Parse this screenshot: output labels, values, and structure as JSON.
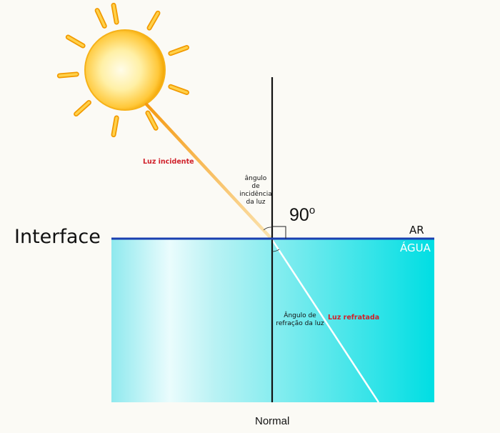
{
  "labels": {
    "interface": "Interface",
    "air": "AR",
    "water": "ÁGUA",
    "normal": "Normal",
    "incident_light": "Luz incidente",
    "refracted_light": "Luz refratada",
    "incidence_angle_lines": [
      "ângulo",
      "de",
      "incidência",
      "da luz"
    ],
    "refraction_angle_lines": [
      "Ângulo de",
      "refração da luz"
    ],
    "right_angle_value": "90",
    "right_angle_unit": "o"
  },
  "colors": {
    "background": "#fbfaf5",
    "interface_line": "#1a3fb0",
    "water_light": "#eafcfd",
    "water_dark": "#00dee3",
    "sun_rays": "#f2a000",
    "sun_core": "#fff3b0",
    "sun_edge": "#f7b21a",
    "incident_beam": "#f5a623",
    "refracted_beam": "#ffffff",
    "label_red": "#d0202a",
    "normal_line": "#111111"
  },
  "icons": [
    "sun-icon"
  ]
}
